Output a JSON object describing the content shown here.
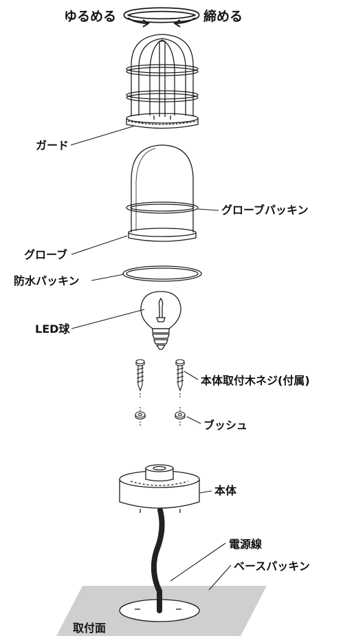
{
  "rotation": {
    "loosen": "ゆるめる",
    "tighten": "締める"
  },
  "parts": {
    "guard": "ガード",
    "globe_packing": "グローブパッキン",
    "globe": "グローブ",
    "waterproof_packing": "防水パッキン",
    "led_bulb": "LED球",
    "wood_screw": "本体取付木ネジ(付属)",
    "bush": "ブッシュ",
    "body": "本体",
    "power_cable": "電源線",
    "base_packing": "ベースパッキン",
    "mounting_surface": "取付面"
  },
  "colors": {
    "line": "#1a1a1a",
    "surface": "#cfcfcf",
    "cable": "#222222"
  }
}
